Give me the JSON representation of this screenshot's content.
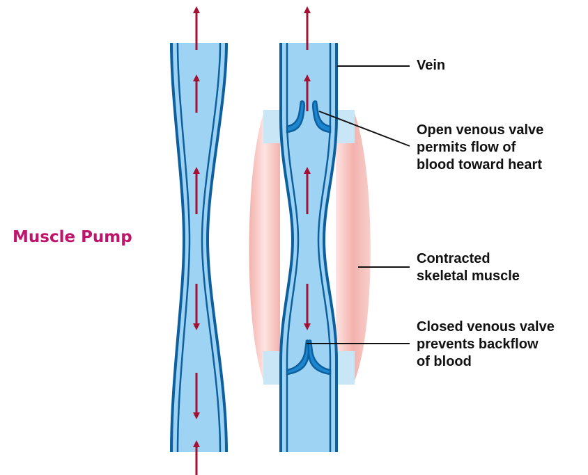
{
  "title": "Muscle Pump",
  "labels": {
    "vein": [
      "Vein"
    ],
    "open_valve": [
      "Open venous valve",
      "permits flow of",
      "blood toward heart"
    ],
    "muscle": [
      "Contracted",
      "skeletal muscle"
    ],
    "closed_valve": [
      "Closed venous valve",
      "prevents backflow",
      "of blood"
    ]
  },
  "colors": {
    "title": "#c0146c",
    "vein_wall": "#0d5f9e",
    "blood": "#9fd3f3",
    "muscle": "#f6c2bd",
    "arrow": "#a31234",
    "label_text": "#111111"
  }
}
